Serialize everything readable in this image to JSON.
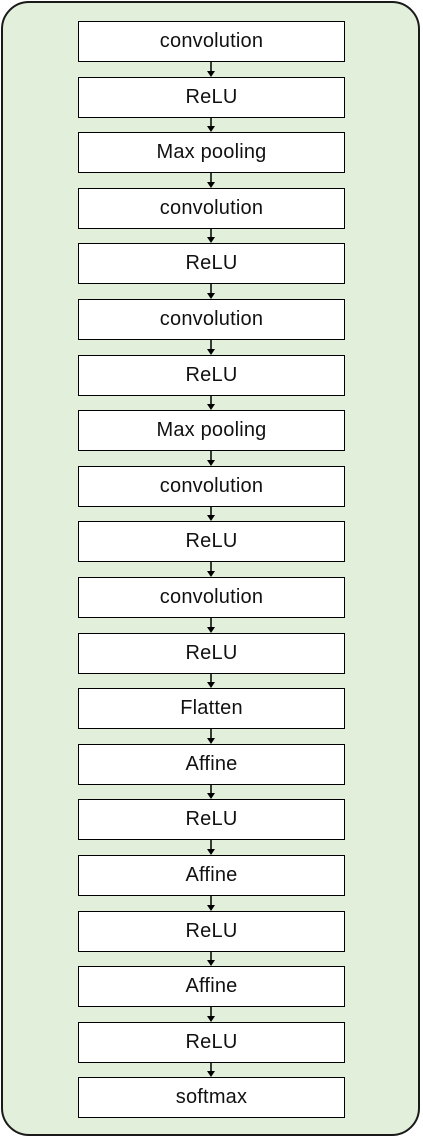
{
  "diagram": {
    "layers": [
      "convolution",
      "ReLU",
      "Max pooling",
      "convolution",
      "ReLU",
      "convolution",
      "ReLU",
      "Max pooling",
      "convolution",
      "ReLU",
      "convolution",
      "ReLU",
      "Flatten",
      "Affine",
      "ReLU",
      "Affine",
      "ReLU",
      "Affine",
      "ReLU",
      "softmax"
    ]
  },
  "colors": {
    "panel_background": "#e2efda",
    "panel_border": "#1a1a1a",
    "box_background": "#ffffff",
    "box_border": "#000000",
    "arrow": "#000000"
  }
}
